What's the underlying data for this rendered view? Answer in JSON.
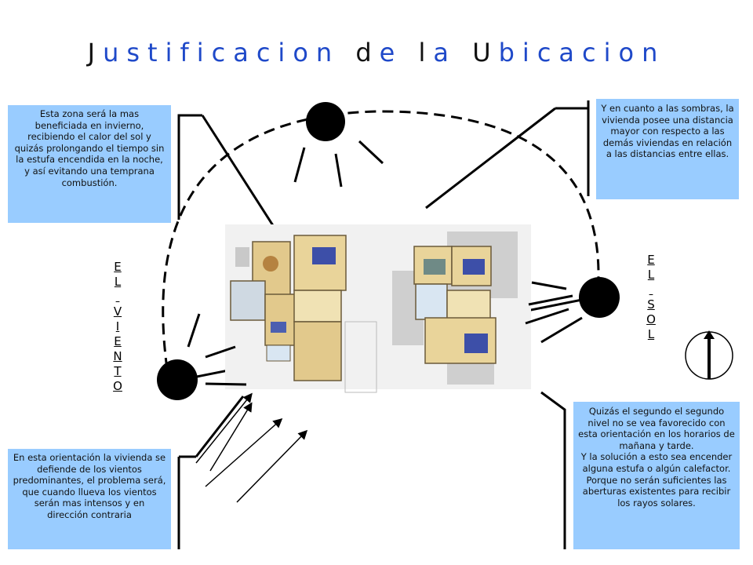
{
  "title": {
    "word1_first": "J",
    "word1_rest": "ustificacion",
    "word2_first": "d",
    "word2_rest": "e",
    "word3_first": "l",
    "word3_rest": "a",
    "word4_first": "U",
    "word4_rest": "bicacion"
  },
  "notes": {
    "top_left": "Esta zona será la mas beneficiada en invierno, recibiendo el calor del sol y quizás prolongando el tiempo sin la estufa encendida en la noche, y así evitando una temprana combustión.",
    "top_right": "Y en cuanto a las sombras, la vivienda posee una distancia mayor con respecto a las demás viviendas en relación a las distancias entre ellas.",
    "bottom_left": "En esta orientación la vivienda se defiende de los vientos predominantes, el problema será, que cuando llueva los vientos serán mas intensos y en dirección contraria",
    "bottom_right_1": "Quizás el segundo el segundo nivel no se vea favorecido con esta orientación en los horarios de mañana y tarde.",
    "bottom_right_2": "Y la solución a esto sea encender alguna estufa o algún calefactor. Porque no serán suficientes las aberturas existentes para recibir los rayos solares."
  },
  "labels": {
    "viento": [
      "E",
      "L",
      "",
      "V",
      "I",
      "E",
      "N",
      "T",
      "O"
    ],
    "sol": [
      "E",
      "L",
      "",
      "S",
      "O",
      "L"
    ]
  },
  "colors": {
    "title_accent": "#1f49c9",
    "note_background": "#99ccff"
  },
  "icons": [
    "sun-icon",
    "compass-north-icon",
    "wind-arrow-icon"
  ]
}
